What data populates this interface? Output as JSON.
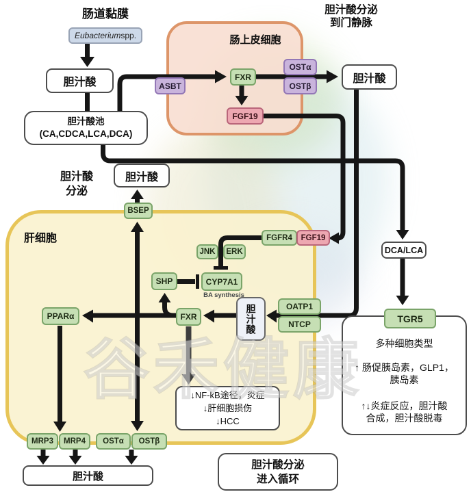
{
  "watermark": "谷禾健康",
  "labels": {
    "intestinal_mucosa": "肠道黏膜",
    "portal_secretion": [
      "胆汁酸分泌",
      "到门静脉"
    ],
    "bile_secretion": [
      "胆汁酸",
      "分泌"
    ],
    "epithelial_cell": "肠上皮细胞",
    "hepatocyte": "肝细胞",
    "ba_synthesis": "BA synthesis"
  },
  "nodes": {
    "eubacterium_genus": "Eubacterium",
    "eubacterium_suffix": " spp.",
    "bile_acid_top": "胆汁酸",
    "pool_title": "胆汁酸池",
    "pool_content": "(CA,CDCA,LCA,DCA)",
    "asbt": "ASBT",
    "fxr_epithelial": "FXR",
    "osta_epithelial": "OSTα",
    "ostb_epithelial": "OSTβ",
    "fgf19_epithelial": "FGF19",
    "bile_acid_portal": "胆汁酸",
    "bile_acid_secreted": "胆汁酸",
    "bsep": "BSEP",
    "fgfr4": "FGFR4",
    "fgf19_hepatic": "FGF19",
    "jnk": "JNK",
    "erk": "ERK",
    "shp": "SHP",
    "cyp7a1": "CYP7A1",
    "fxr_hepatic": "FXR",
    "bile_acid_vertical": "胆汁酸",
    "oatp1": "OATP1",
    "ntcp": "NTCP",
    "dca_lca": "DCA/LCA",
    "tgr5": "TGR5",
    "ppara": "PPARα",
    "mrp3": "MRP3",
    "mrp4": "MRP4",
    "osta_hepatic": "OSTα",
    "ostb_hepatic": "OSTβ",
    "bile_acid_bottom": "胆汁酸"
  },
  "tgr5_panel": {
    "line1": "多种细胞类型",
    "line2": "↑ 肠促胰岛素，GLP1，",
    "line3": "胰岛素",
    "line4": "↑↓炎症反应，胆汁酸",
    "line5": "合成，胆汁酸脱毒"
  },
  "nfkb_panel": {
    "line1": "↓NF-kB途径，炎症",
    "line2": "↓肝细胞损伤",
    "line3": "↓HCC"
  },
  "circulation_box": {
    "line1": "胆汁酸分泌",
    "line2": "进入循环"
  },
  "colors": {
    "green_fill": "#c6dfb4",
    "green_border": "#7aa469",
    "purple_fill": "#c9b4dc",
    "pink_fill": "#eda7b1",
    "blue_fill": "#cdd9e9",
    "epithelial_fill": "#f8ddd0",
    "epithelial_border": "#dd9569",
    "hepatocyte_fill": "#faf2cf",
    "hepatocyte_border": "#e7c558",
    "line_color": "#161616"
  }
}
